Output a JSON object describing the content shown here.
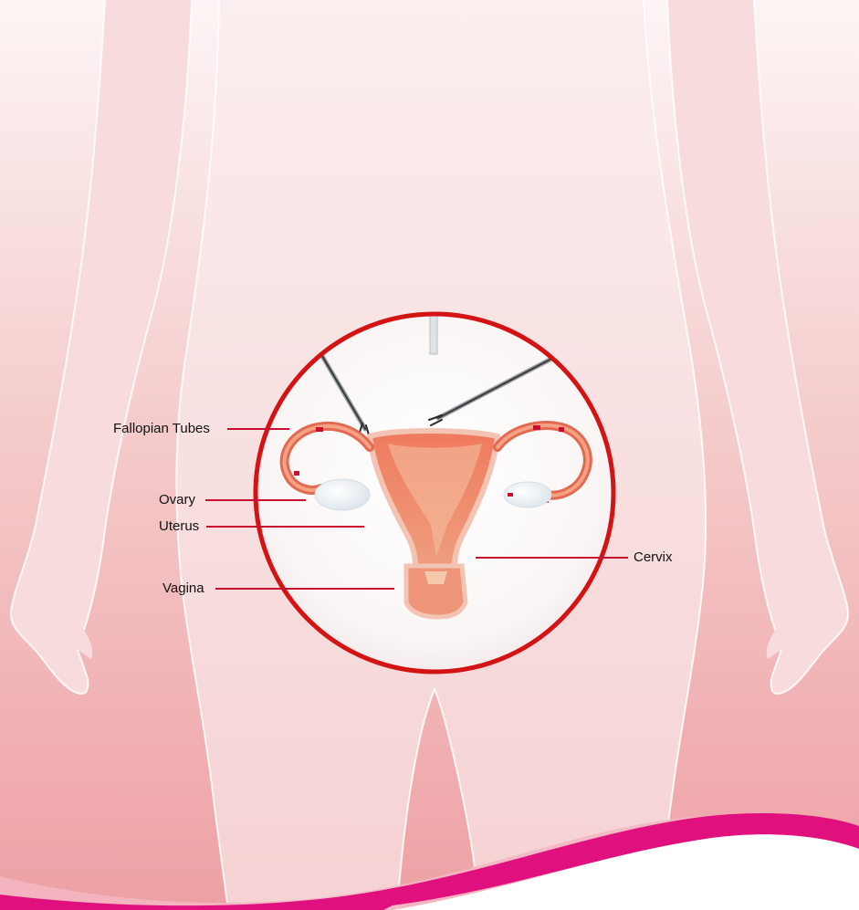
{
  "labels": {
    "fallopian_tubes": "Fallopian Tubes",
    "ovary": "Ovary",
    "uterus": "Uterus",
    "vagina": "Vagina",
    "cervix": "Cervix"
  },
  "colors": {
    "background_top": "#fdf5f5",
    "background_bottom": "#eea3a6",
    "silhouette": "#f6d8d9",
    "circle_border": "#d41414",
    "leader_line": "#c8102e",
    "organ": "#eb8a70",
    "accent_wave": "#e0117f"
  }
}
